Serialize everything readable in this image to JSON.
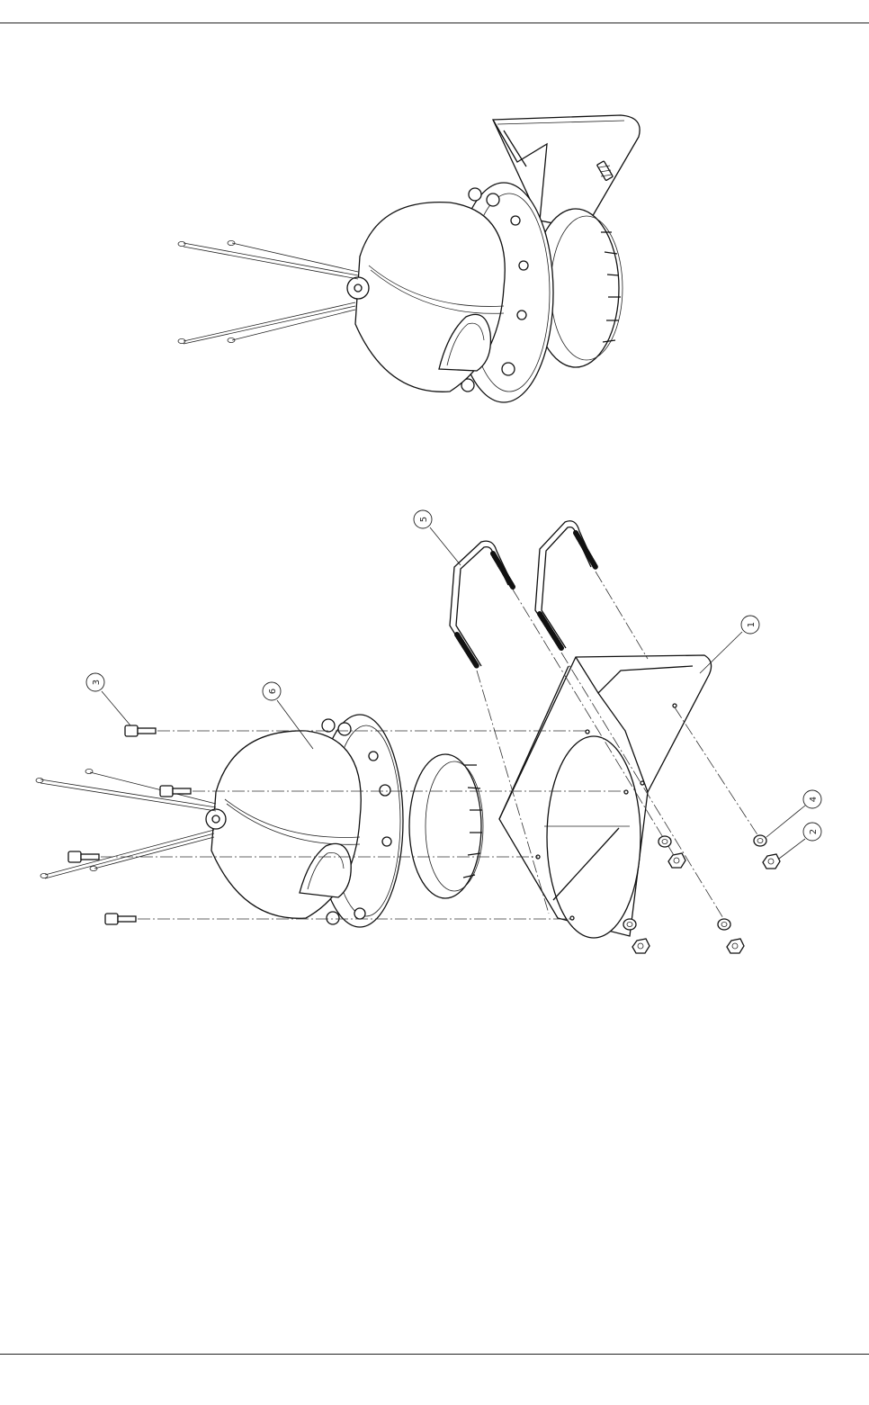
{
  "figure": {
    "assembled_view": "assembled-dome-camera-with-bracket",
    "exploded_view": "exploded-dome-camera-bracket-assembly"
  },
  "callouts": [
    {
      "id": "c1",
      "label": "1"
    },
    {
      "id": "c2",
      "label": "2"
    },
    {
      "id": "c3",
      "label": "3"
    },
    {
      "id": "c4",
      "label": "4"
    },
    {
      "id": "c5",
      "label": "5"
    },
    {
      "id": "c6",
      "label": "6"
    }
  ]
}
